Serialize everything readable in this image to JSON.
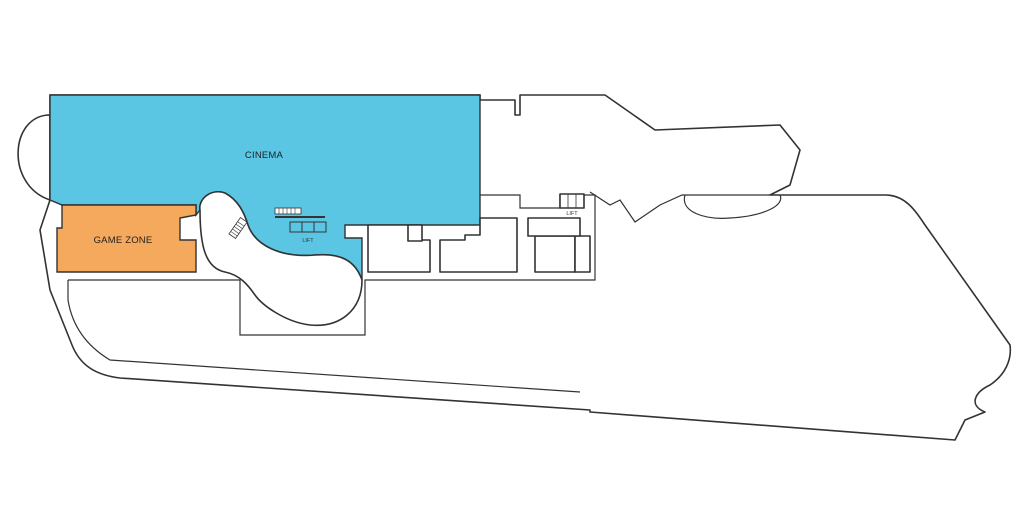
{
  "floor_map": {
    "rooms": [
      {
        "id": "cinema",
        "label": "CINEMA",
        "color": "#5bc6e3"
      },
      {
        "id": "game-zone",
        "label": "GAME ZONE",
        "color": "#f5a95c"
      }
    ],
    "lifts": [
      {
        "id": "lift-cinema",
        "label": "LIFT"
      },
      {
        "id": "lift-east",
        "label": "LIFT"
      }
    ],
    "outline_color": "#333333",
    "background_color": "#ffffff"
  }
}
